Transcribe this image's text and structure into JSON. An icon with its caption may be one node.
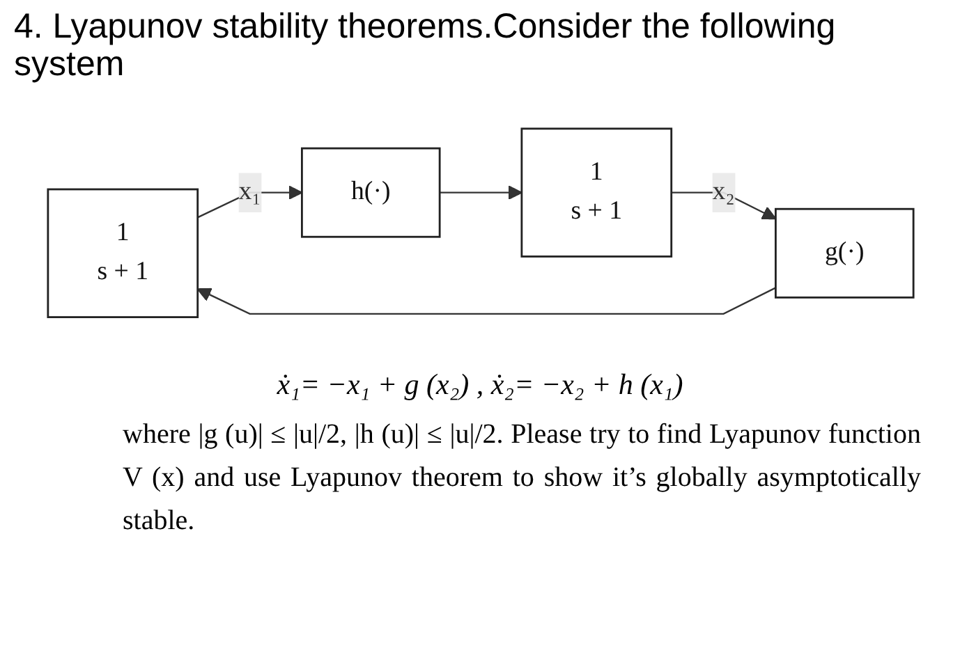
{
  "diagram": {
    "title": "4. Lyapunov stability theorems.Consider the following system",
    "nodes": [
      {
        "text": [
          "1",
          "s + 1"
        ]
      },
      {
        "text": [
          "h(·)"
        ]
      },
      {
        "text": [
          "1",
          "s + 1"
        ]
      },
      {
        "text": [
          "g(·)"
        ]
      }
    ],
    "edges": [
      {
        "from": 3,
        "to": 0,
        "arrow": "to"
      },
      {
        "from": 0,
        "to": 1,
        "arrow": "to",
        "label": "x₁"
      },
      {
        "from": 1,
        "to": 2,
        "arrow": "to"
      },
      {
        "from": 2,
        "to": 3,
        "arrow": "to",
        "label": "x₂"
      }
    ],
    "labels": [
      "ẋ₁= −x₁ + g (x₂) , ẋ₂= −x₂ + h (x₁)",
      "where |g (u)| ≤ |u|/2, |h (u)| ≤ |u|/2. Please try to find Lyapunov function V (x) and use Lyapunov theorem to show it’s globally asymptotically stable."
    ]
  }
}
